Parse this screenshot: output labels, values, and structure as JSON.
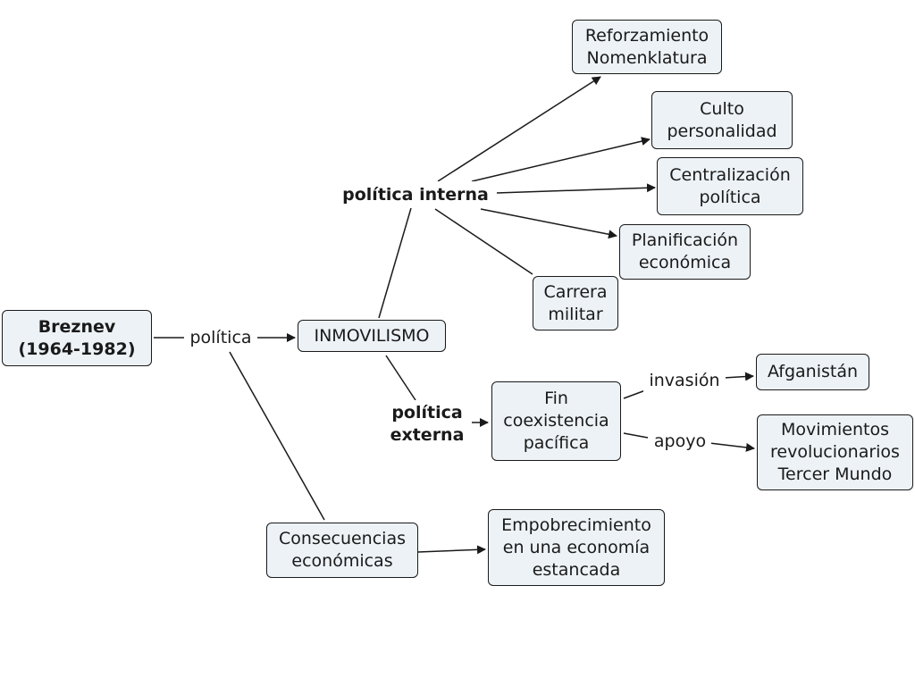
{
  "diagram": {
    "nodes": {
      "breznev": "Breznev\n(1964-1982)",
      "politica_link": "política",
      "inmovilismo": "INMOVILISMO",
      "politica_interna": "política interna",
      "politica_externa": "política\nexterna",
      "reforzamiento": "Reforzamiento\nNomenklatura",
      "culto": "Culto\npersonalidad",
      "centralizacion": "Centralización\npolítica",
      "planificacion": "Planificación\neconómica",
      "carrera": "Carrera\nmilitar",
      "fin_coexistencia": "Fin\ncoexistencia\npacífica",
      "invasion": "invasión",
      "apoyo": "apoyo",
      "afganistan": "Afganistán",
      "movimientos": "Movimientos\nrevolucionarios\nTercer Mundo",
      "consecuencias": "Consecuencias\neconómicas",
      "empobrecimiento": "Empobrecimiento\nen una economía\nestancada"
    },
    "colors": {
      "box_fill": "#edf2f6",
      "stroke": "#1a1a1a"
    }
  }
}
